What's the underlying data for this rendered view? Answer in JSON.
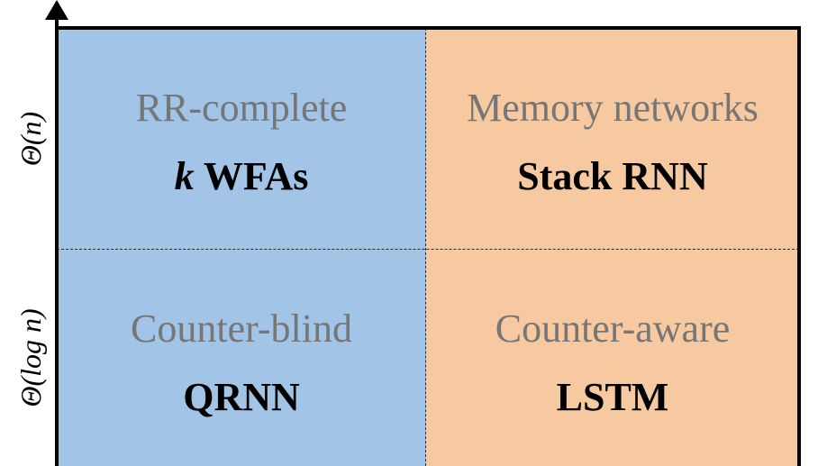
{
  "axis": {
    "y_top_label": "Θ(n)",
    "y_bottom_label": "Θ(log n)"
  },
  "quadrants": {
    "top_left": {
      "class_label": "RR-complete",
      "model_var": "k",
      "model_label": " WFAs"
    },
    "top_right": {
      "class_label": "Memory networks",
      "model_label": "Stack RNN"
    },
    "bottom_left": {
      "class_label": "Counter-blind",
      "model_label": "QRNN"
    },
    "bottom_right": {
      "class_label": "Counter-aware",
      "model_label": "LSTM"
    }
  },
  "colors": {
    "left_column": "#a1c4e7",
    "right_column": "#f7c9a0",
    "class_text": "#767676",
    "model_text": "#000000"
  }
}
